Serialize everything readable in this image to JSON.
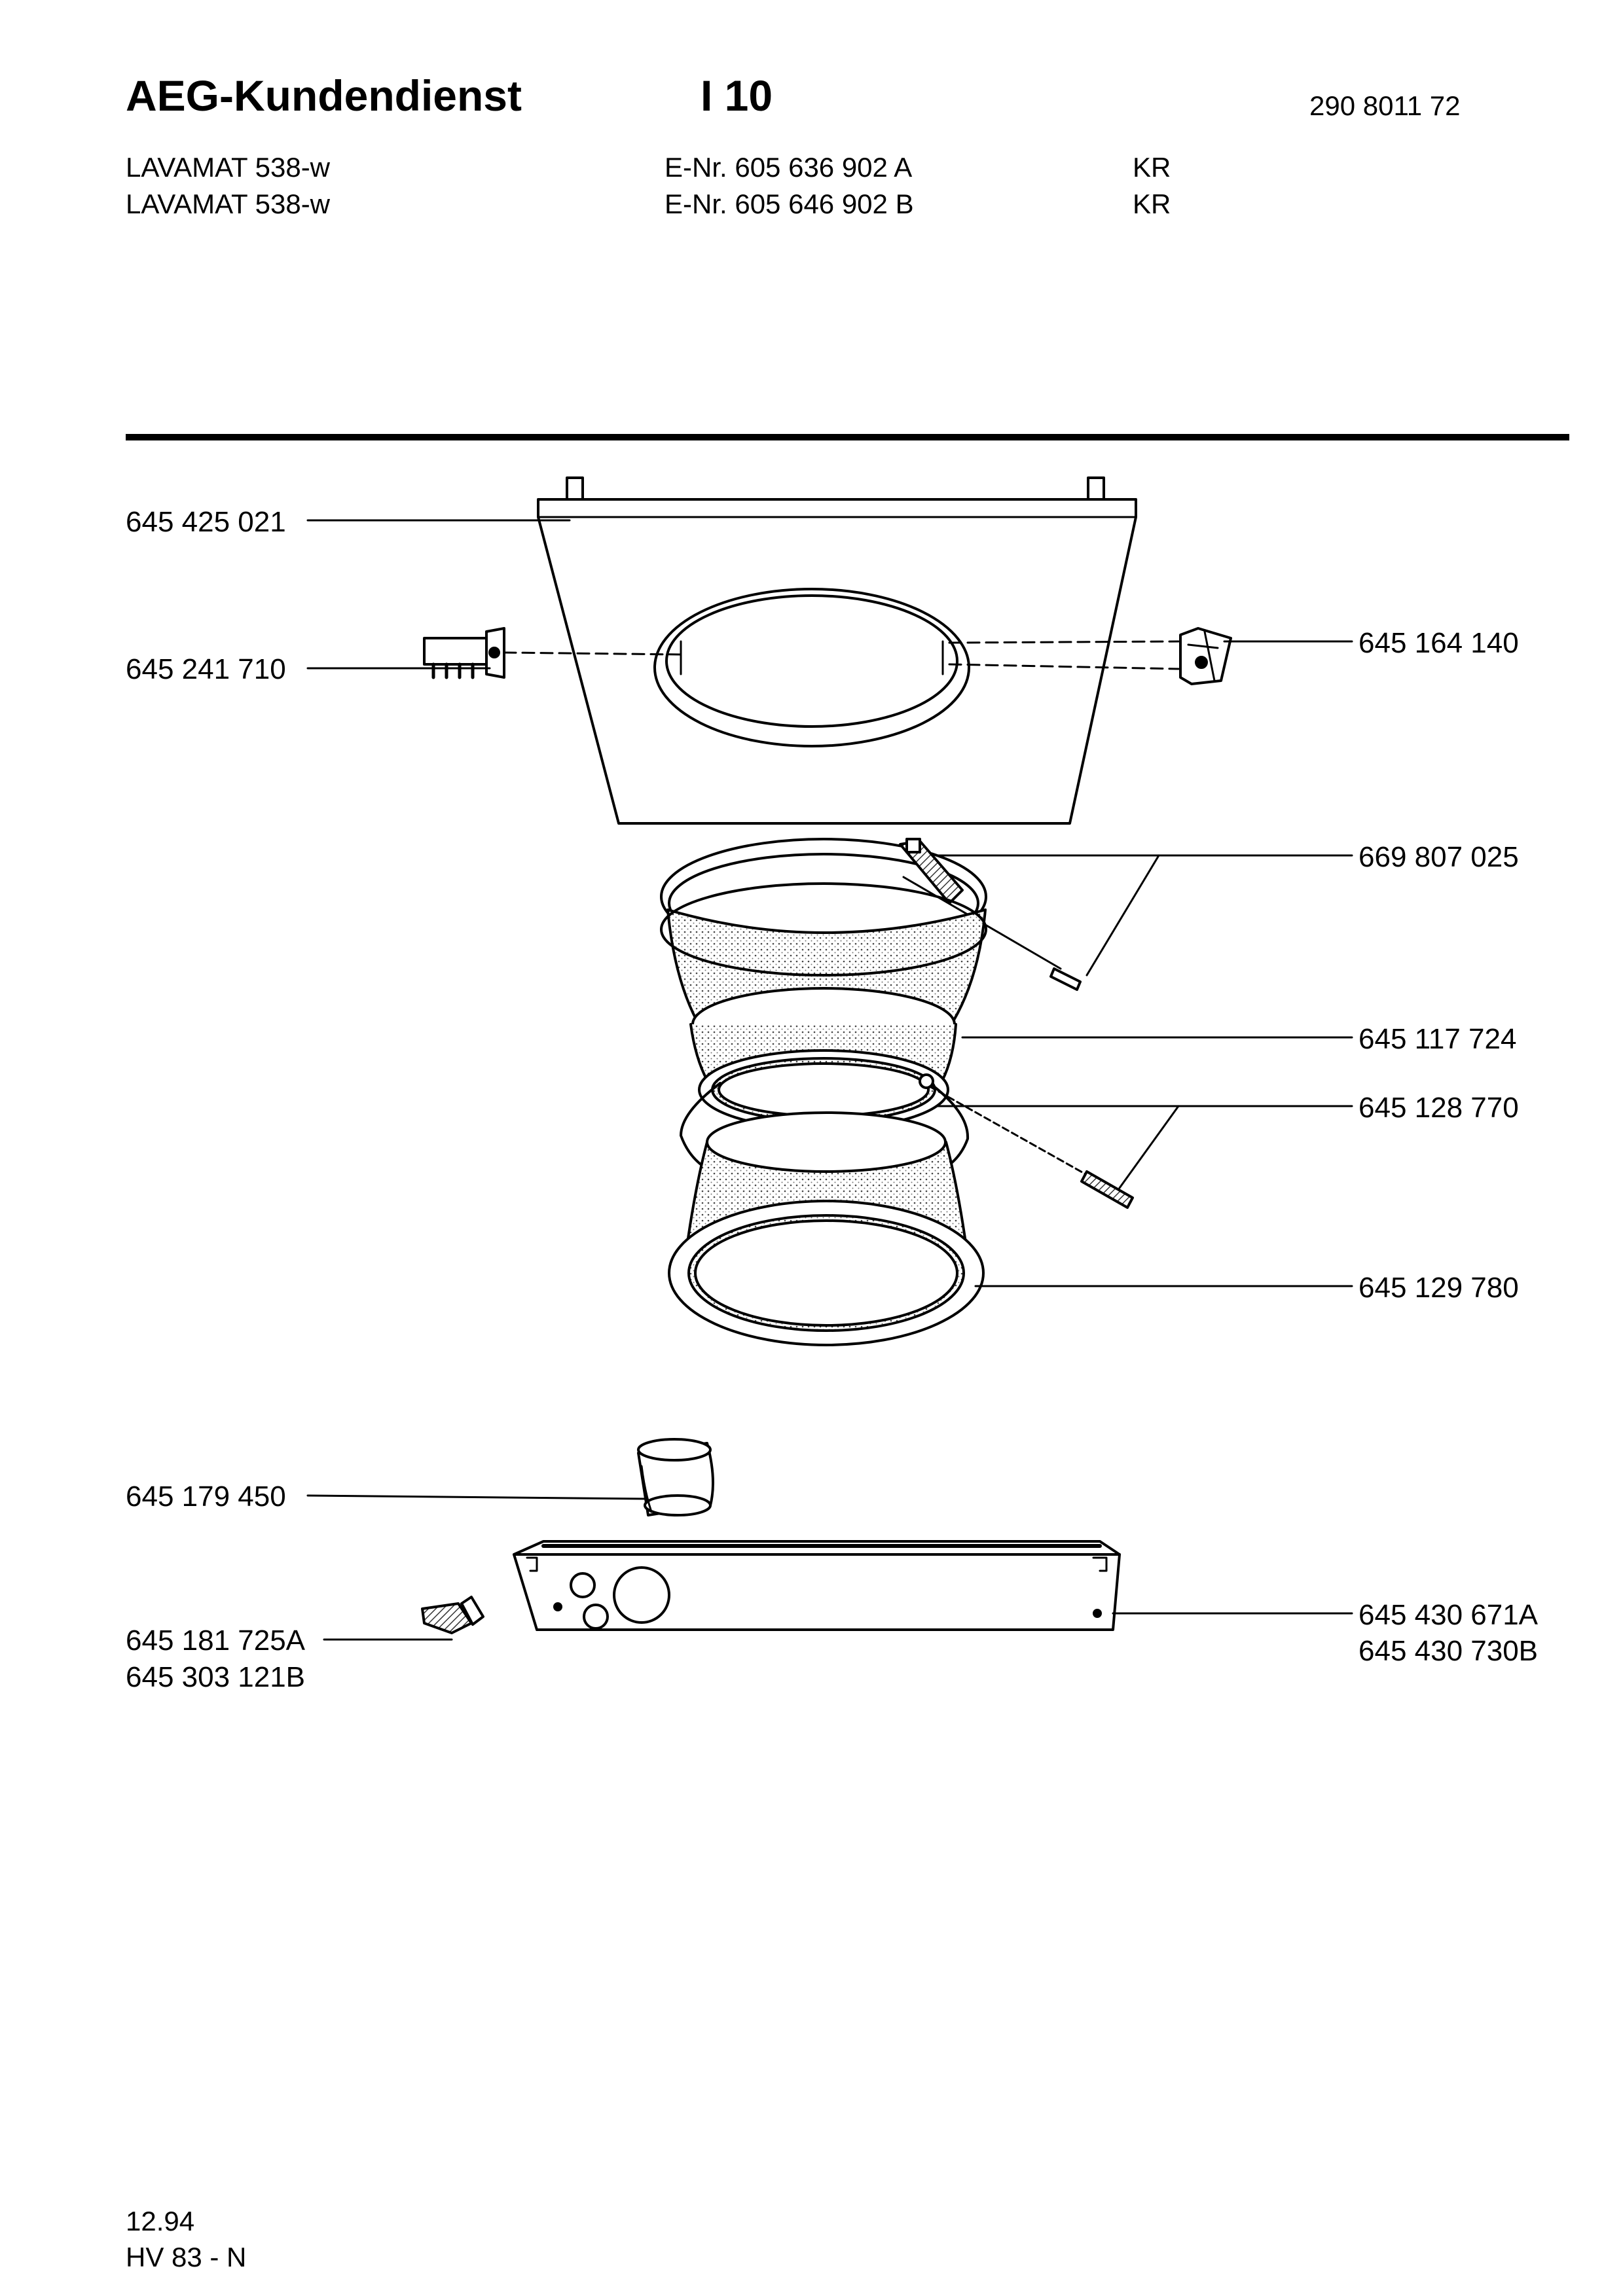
{
  "header": {
    "brand": "AEG-Kundendienst",
    "model_group": "I 10",
    "doc_number": "290 8011 72",
    "rows": [
      {
        "product": "LAVAMAT 538-w",
        "enr": "E-Nr. 605 636 902 A",
        "code": "KR"
      },
      {
        "product": "LAVAMAT 538-w",
        "enr": "E-Nr. 605 646 902 B",
        "code": "KR"
      }
    ]
  },
  "parts": {
    "front_panel": "645 425 021",
    "lock_left": "645 241 710",
    "hinge_right": "645 164 140",
    "clamp_ring_screw": "669 807 025",
    "door_seal": "645 117 724",
    "spring_wire": "645 128 770",
    "drum_ring": "645 129 780",
    "sleeve": "645 179 450",
    "knob_a": "645 181 725A",
    "knob_b": "645 303 121B",
    "bottom_plate_a": "645 430 671A",
    "bottom_plate_b": "645 430 730B"
  },
  "footer": {
    "date": "12.94",
    "code": "HV 83 - N"
  }
}
